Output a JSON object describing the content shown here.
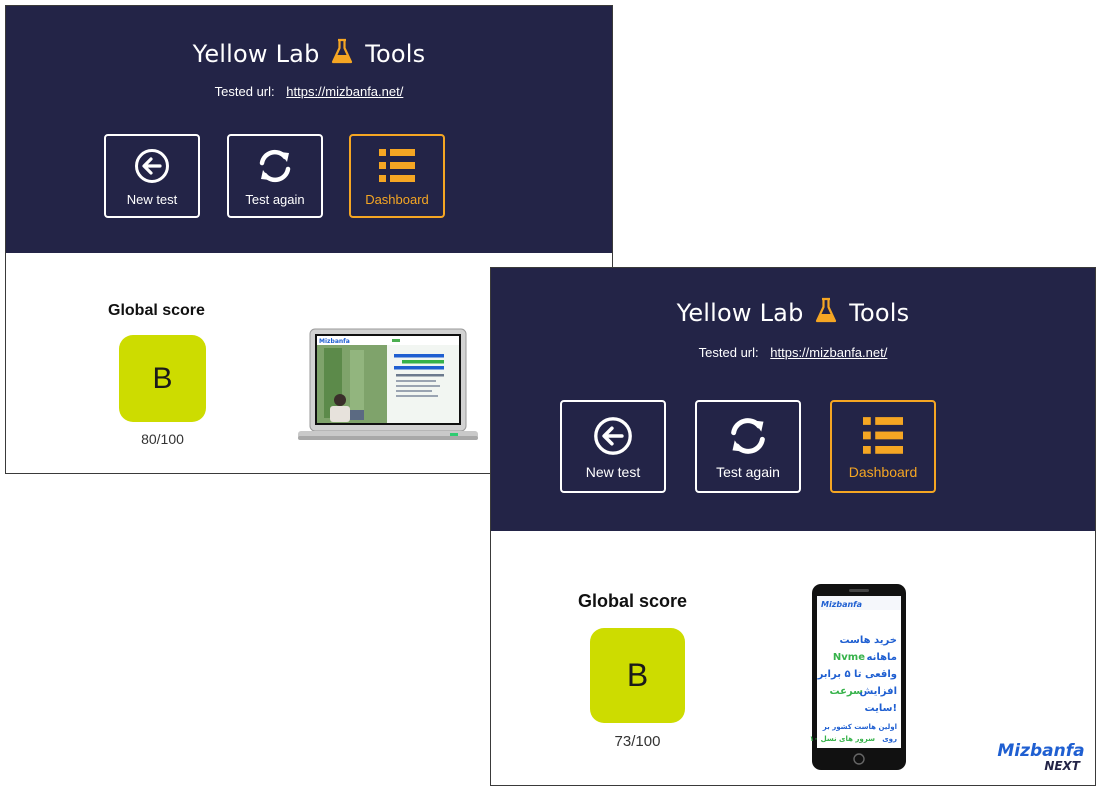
{
  "app": {
    "title_part1": "Yellow Lab",
    "title_part2": "Tools",
    "tested_label": "Tested url:",
    "tested_url": "https://mizbanfa.net/",
    "buttons": {
      "new_test": "New test",
      "test_again": "Test again",
      "dashboard": "Dashboard"
    },
    "global_score_label": "Global score"
  },
  "results": [
    {
      "view": "desktop",
      "grade": "B",
      "score": "80/100"
    },
    {
      "view": "mobile",
      "grade": "B",
      "score": "73/100"
    }
  ],
  "preview_text": {
    "desktop_logo": "Mizbanfa",
    "mobile_logo": "Mizbanfa",
    "mobile_line1": "خرید هاست",
    "mobile_line2a": "ماهانه",
    "mobile_line2b": "Nvme",
    "mobile_line3": "واقعی تا ۵ برابر",
    "mobile_line4a": "افزایش",
    "mobile_line4b": "سرعت",
    "mobile_line5": "سایت!",
    "mobile_line6": "اولین هاست کشور بر",
    "mobile_line7a": "روی",
    "mobile_line7b": "سرور های نسل ۱۰"
  },
  "brand": {
    "logo_text": "Mizbanfa",
    "logo_sub": "NEXT"
  },
  "colors": {
    "header_bg": "#232447",
    "accent_orange": "#f5a623",
    "grade_bg": "#cddc00",
    "brand_blue": "#1f5fd1"
  },
  "icons": [
    "flask-icon",
    "arrow-left-circle-icon",
    "refresh-icon",
    "list-icon"
  ]
}
